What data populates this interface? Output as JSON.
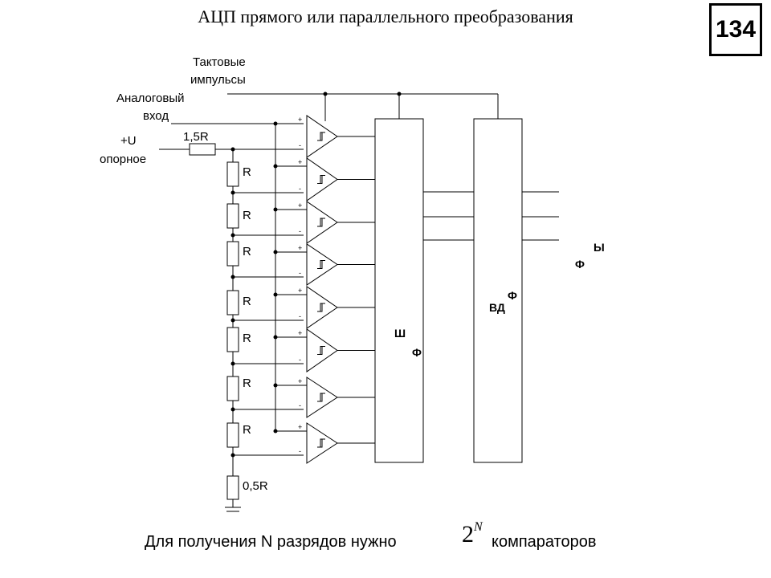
{
  "title": "АЦП прямого или параллельного преобразования",
  "page_number": "134",
  "labels": {
    "clock": [
      "Тактовые",
      "импульсы"
    ],
    "analog": [
      "Аналоговый",
      "вход"
    ],
    "ref": [
      "+U",
      "опорное"
    ],
    "r_top": "1,5R",
    "r": "R",
    "r_bottom": "0,5R",
    "plus": "+",
    "minus": "-"
  },
  "caption": {
    "left": "Для получения N разрядов нужно",
    "base": "2",
    "exponent": "N",
    "right": "компараторов"
  },
  "garbled_glyphs": [
    {
      "id": "enc1",
      "text": "Ш"
    },
    {
      "id": "enc2",
      "text": "Ф"
    },
    {
      "id": "reg1",
      "text": "ВД"
    },
    {
      "id": "reg2",
      "text": "Ф"
    },
    {
      "id": "out1",
      "text": "Ы"
    },
    {
      "id": "out2",
      "text": "Ф"
    }
  ]
}
